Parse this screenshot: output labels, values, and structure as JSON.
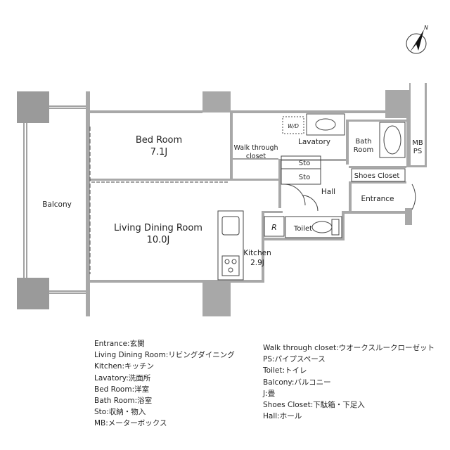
{
  "compass": {
    "label": "N"
  },
  "rooms": {
    "bed_room": {
      "name": "Bed Room",
      "size": "7.1J"
    },
    "walk_through_closet": {
      "line1": "Walk through",
      "line2": "closet"
    },
    "wd": "W/D",
    "lavatory": "Lavatory",
    "bath_room": {
      "line1": "Bath",
      "line2": "Room"
    },
    "mb": "MB",
    "ps": "PS",
    "sto_upper": "Sto",
    "sto_lower": "Sto",
    "shoes_closet": "Shoes Closet",
    "hall": "Hall",
    "entrance": "Entrance",
    "balcony": "Balcony",
    "living_dining": {
      "name": "Living Dining Room",
      "size": "10.0J"
    },
    "refrigerator": "R",
    "toilet": "Toilet",
    "kitchen": {
      "name": "Kitchen",
      "size": "2.9J"
    }
  },
  "legend_left": [
    "Entrance:玄関",
    "Living Dining Room:リビングダイニング",
    "Kitchen:キッチン",
    "Lavatory:洗面所",
    "Bed Room:洋室",
    "Bath Room:浴室",
    "Sto:収納・物入",
    "MB:メーターボックス"
  ],
  "legend_right": [
    "Walk through closet:ウオークスルークローゼット",
    "PS:パイプスペース",
    "Toilet:トイレ",
    "Balcony:バルコニー",
    "J:畳",
    "Shoes Closet:下駄箱・下足入",
    "Hall:ホール"
  ]
}
